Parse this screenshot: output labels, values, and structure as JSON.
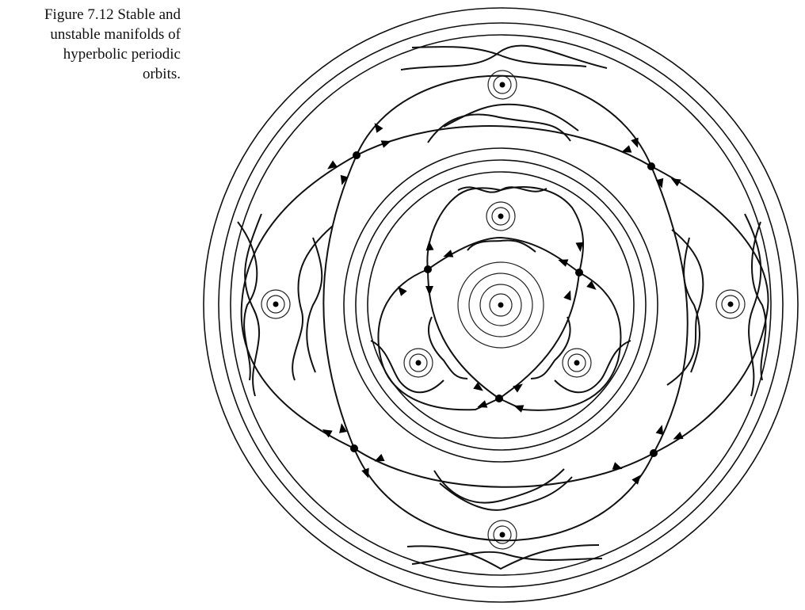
{
  "figure": {
    "caption_lines": [
      "Figure 7.12  Stable and",
      "unstable manifolds of",
      "hyperbolic periodic",
      "orbits."
    ]
  }
}
